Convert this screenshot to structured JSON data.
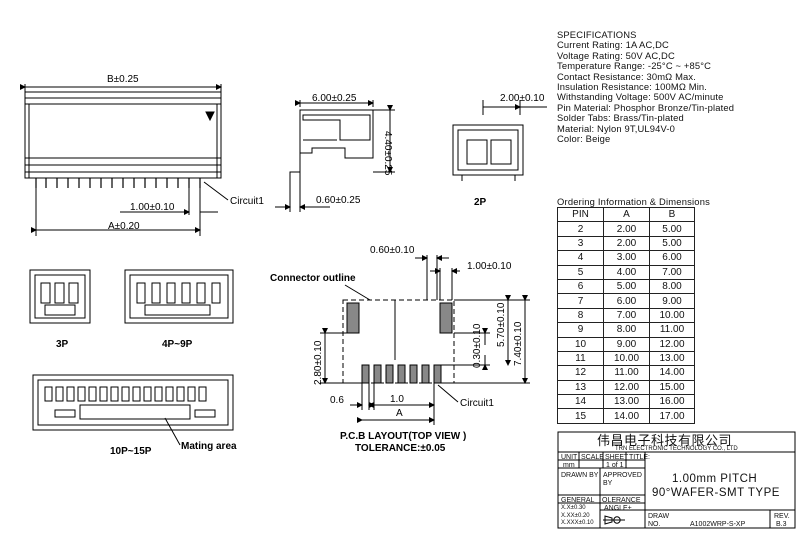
{
  "specs": {
    "title": "SPECIFICATIONS",
    "lines": [
      "Current Rating: 1A AC,DC",
      "Voltage Rating: 50V AC,DC",
      "Temperature Range: -25°C ~ +85°C",
      "Contact Resistance: 30mΩ Max.",
      "Insulation Resistance: 100MΩ Min.",
      "Withstanding Voltage: 500V AC/minute",
      "Pin Material: Phosphor Bronze/Tin-plated",
      "Solder Tabs: Brass/Tin-plated",
      "Material: Nylon 9T,UL94V-0",
      "Color: Beige"
    ]
  },
  "ordering": {
    "title": "Ordering Information & Dimensions",
    "headers": [
      "PIN",
      "A",
      "B"
    ],
    "rows": [
      [
        "2",
        "2.00",
        "5.00"
      ],
      [
        "3",
        "2.00",
        "5.00"
      ],
      [
        "4",
        "3.00",
        "6.00"
      ],
      [
        "5",
        "4.00",
        "7.00"
      ],
      [
        "6",
        "5.00",
        "8.00"
      ],
      [
        "7",
        "6.00",
        "9.00"
      ],
      [
        "8",
        "7.00",
        "10.00"
      ],
      [
        "9",
        "8.00",
        "11.00"
      ],
      [
        "10",
        "9.00",
        "12.00"
      ],
      [
        "11",
        "10.00",
        "13.00"
      ],
      [
        "12",
        "11.00",
        "14.00"
      ],
      [
        "13",
        "12.00",
        "15.00"
      ],
      [
        "14",
        "13.00",
        "16.00"
      ],
      [
        "15",
        "14.00",
        "17.00"
      ]
    ]
  },
  "labels": {
    "dim_b": "B±0.25",
    "dim_pitch": "1.00±0.10",
    "dim_a": "A±0.20",
    "circuit1": "Circuit1",
    "dim_600": "6.00±0.25",
    "dim_440": "4.40±0.25",
    "dim_060_side": "0.60±0.25",
    "dim_200": "2.00±0.10",
    "view_2p": "2P",
    "view_3p": "3P",
    "view_4p9p": "4P~9P",
    "view_10p15p": "10P~15P",
    "mating_area": "Mating area",
    "connector_outline": "Connector outline",
    "pcb_060": "0.60±0.10",
    "pcb_100": "1.00±0.10",
    "pcb_280": "2.80±0.10",
    "pcb_030": "0.30±0.10",
    "pcb_570": "5.70±0.10",
    "pcb_740": "7.40±0.10",
    "pcb_06": "0.6",
    "pcb_10": "1.0",
    "pcb_a": "A",
    "pcb_circuit1": "Circuit1",
    "pcb_title": "P.C.B LAYOUT(TOP VIEW )",
    "tolerance": "TOLERANCE:±0.05"
  },
  "title_block": {
    "company_cn": "伟昌电子科技有限公司",
    "company_en": "TRN ELECTRONIC TECHNOLOGY CO., LTD",
    "unit_h": "UNIT",
    "scale_h": "SCALE",
    "sheet_h": "SHEET",
    "title_h": "TITLE:",
    "unit": "mm",
    "sheet": "1 of 1",
    "drawn_by": "DRAWN BY",
    "approved_by": "APPROVED BY",
    "title_line1": "1.00mm PITCH",
    "title_line2": "90°WAFER-SMT TYPE",
    "general": "GENERAL",
    "tolerance": "OLERANCE",
    "tol1": "X.X±0.30",
    "tol2": "X.XX±0.20",
    "tol3": "X.XXX±0.10",
    "angle": "ANGLE±",
    "draw_h": "DRAW",
    "no_h": "NO.",
    "drawing_no": "A1002WRP-S-XP",
    "rev_h": "REV.",
    "rev": "B.3"
  }
}
